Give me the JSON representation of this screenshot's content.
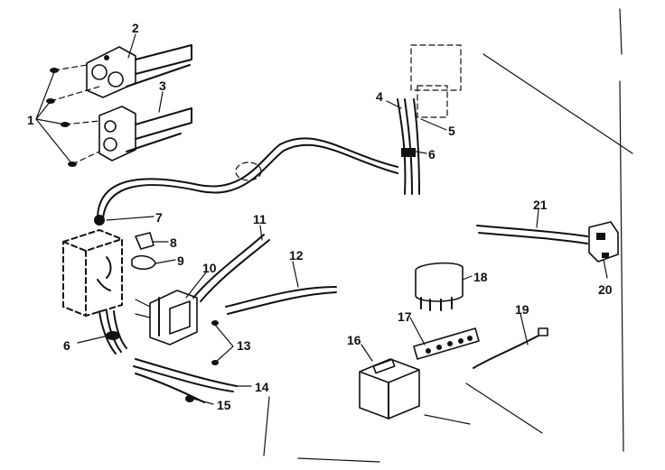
{
  "diagram": {
    "callouts": [
      {
        "id": "c1",
        "label": "1"
      },
      {
        "id": "c2",
        "label": "2"
      },
      {
        "id": "c3",
        "label": "3"
      },
      {
        "id": "c4",
        "label": "4"
      },
      {
        "id": "c5",
        "label": "5"
      },
      {
        "id": "c6a",
        "label": "6"
      },
      {
        "id": "c6b",
        "label": "6"
      },
      {
        "id": "c7",
        "label": "7"
      },
      {
        "id": "c8",
        "label": "8"
      },
      {
        "id": "c9",
        "label": "9"
      },
      {
        "id": "c10",
        "label": "10"
      },
      {
        "id": "c11",
        "label": "11"
      },
      {
        "id": "c12",
        "label": "12"
      },
      {
        "id": "c13",
        "label": "13"
      },
      {
        "id": "c14",
        "label": "14"
      },
      {
        "id": "c15",
        "label": "15"
      },
      {
        "id": "c16",
        "label": "16"
      },
      {
        "id": "c17",
        "label": "17"
      },
      {
        "id": "c18",
        "label": "18"
      },
      {
        "id": "c19",
        "label": "19"
      },
      {
        "id": "c20",
        "label": "20"
      },
      {
        "id": "c21",
        "label": "21"
      }
    ]
  }
}
